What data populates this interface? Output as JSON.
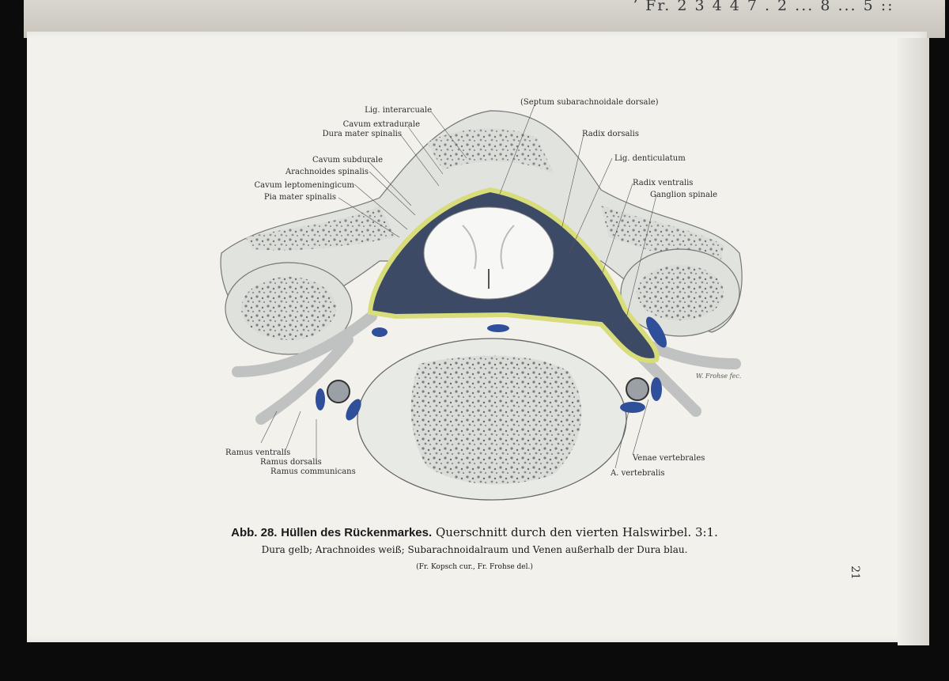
{
  "previous_page": {
    "text": "ʼ  Fr. 2 3 4 4 7 .  2 ... 8 ... 5  ::"
  },
  "figure": {
    "labels_top_left": [
      "Lig. interarcuale",
      "Cavum extradurale",
      "Dura mater spinalis",
      "Cavum subdurale",
      "Arachnoides spinalis",
      "Cavum leptomeningicum",
      "Pia mater spinalis"
    ],
    "label_septum": "(Septum subarachnoidale dorsale)",
    "labels_right": [
      "Radix dorsalis",
      "Lig. denticulatum",
      "Radix ventralis",
      "Ganglion spinale"
    ],
    "labels_bottom_left": [
      "Ramus ventralis",
      "Ramus dorsalis",
      "Ramus communicans"
    ],
    "labels_bottom_right": [
      "Venae vertebrales",
      "A. vertebralis"
    ],
    "artist_signature": "W. Frohse fec."
  },
  "caption": {
    "fig_number": "Abb. 28.",
    "title": "Hüllen des Rückenmarkes.",
    "subtitle": "Querschnitt durch den vierten Halswirbel. 3:1.",
    "line2": "Dura gelb; Arachnoides weiß; Subarachnoidalraum und Venen außerhalb der Dura blau.",
    "credit": "(Fr. Kopsch cur., Fr. Frohse del.)"
  },
  "page_number": "21",
  "colors": {
    "dura": "#d8dd7a",
    "subarachnoid": "#3d4a66",
    "vein": "#2f4f9a",
    "bone": "#e4e6e2"
  }
}
